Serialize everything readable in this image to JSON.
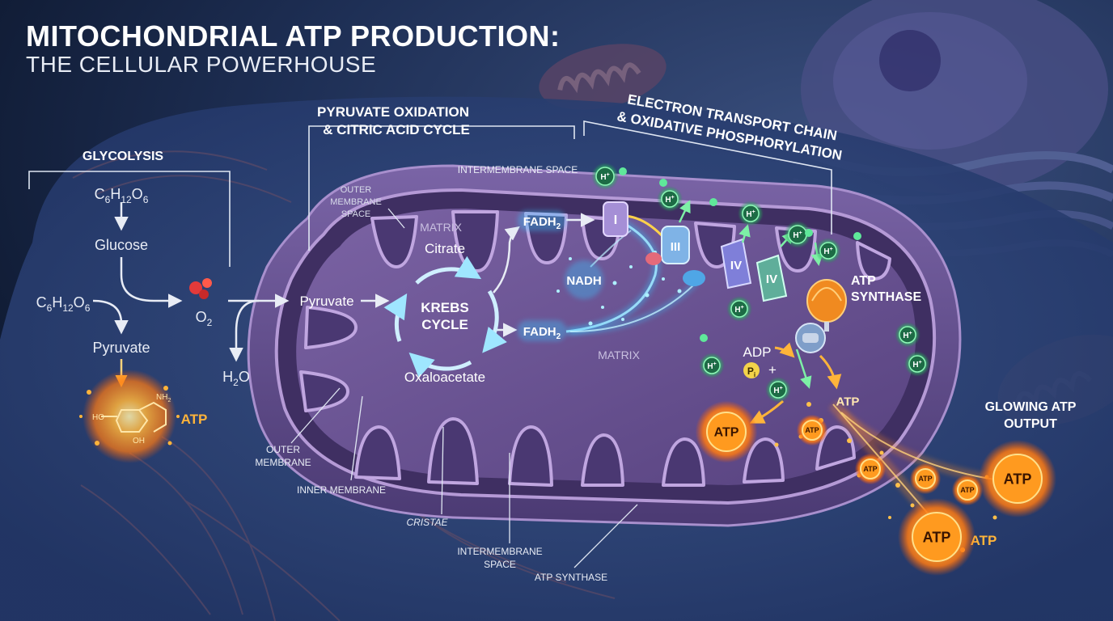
{
  "title": "MITOCHONDRIAL ATP PRODUCTION:",
  "subtitle": "THE CELLULAR POWERHOUSE",
  "sections": {
    "glycolysis": "GLYCOLYSIS",
    "pyruvate_line1": "PYRUVATE OXIDATION",
    "pyruvate_line2": "& CITRIC ACID CYCLE",
    "etc_line1": "ELECTRON TRANSPORT CHAIN",
    "etc_line2": "& OXIDATIVE PHOSPHORYLATION"
  },
  "glycolysis": {
    "formula_top": {
      "c": "C",
      "c_sub": "6",
      "h": "H",
      "h_sub": "12",
      "o": "O",
      "o_sub": "6"
    },
    "glucose": "Glucose",
    "formula_left": {
      "c": "C",
      "c_sub": "6",
      "h": "H",
      "h_sub": "12",
      "o": "O",
      "o_sub": "6"
    },
    "pyruvate": "Pyruvate",
    "atp": "ATP",
    "molecule_labels": {
      "nh2": "NH",
      "nh2_sub": "2",
      "ho": "HO",
      "oh": "OH"
    }
  },
  "oxygen": {
    "o": "O",
    "o_sub": "2"
  },
  "water": {
    "h": "H",
    "h_sub": "2",
    "o": "O"
  },
  "krebs": {
    "matrix": "MATRIX",
    "citrate": "Citrate",
    "pyruvate": "Pyruvate",
    "cycle_line1": "KREBS",
    "cycle_line2": "CYCLE",
    "oxaloacetate": "Oxaloacetate",
    "fadh_top": {
      "text": "FADH",
      "sub": "2"
    },
    "fadh_bottom": {
      "text": "FADH",
      "sub": "2"
    },
    "nadh": "NADH"
  },
  "spaces": {
    "intermembrane_top": "INTERMEMBRANE SPACE",
    "outer_space_line1": "OUTER",
    "outer_space_line2": "MEMBRANE",
    "outer_space_line3": "SPACE",
    "matrix_center": "MATRIX"
  },
  "etc": {
    "complex_1": "I",
    "complex_3": "III",
    "complex_4a": "IV",
    "complex_4b": "IV",
    "hplus_label": "H",
    "hplus_sup": "+",
    "atp_synthase_line1": "ATP",
    "atp_synthase_line2": "SYNTHASE",
    "adp": "ADP",
    "pi": "P",
    "pi_sub": "i",
    "plus": "+"
  },
  "atp_output": {
    "label": "ATP",
    "glow_line1": "GLOWING ATP",
    "glow_line2": "OUTPUT"
  },
  "bottom_labels": {
    "outer_membrane_line1": "OUTER",
    "outer_membrane_line2": "MEMBRANE",
    "inner_membrane": "INNER MEMBRANE",
    "cristae": "CRISTAE",
    "intermembrane_line1": "INTERMEMBRANE",
    "intermembrane_line2": "SPACE",
    "atp_synthase": "ATP SYNTHASE"
  },
  "colors": {
    "background": "#0f1b33",
    "cytoplasm": "#2a3f6e",
    "outer_membrane": "#5e4b86",
    "matrix": "#6b5592",
    "inner_membrane": "#9b82bd",
    "electron_glow": "#39c6ff",
    "proton_green": "#3ee07a",
    "atp_orange": "#ff9a1f",
    "label_light": "#e8ecf5"
  }
}
